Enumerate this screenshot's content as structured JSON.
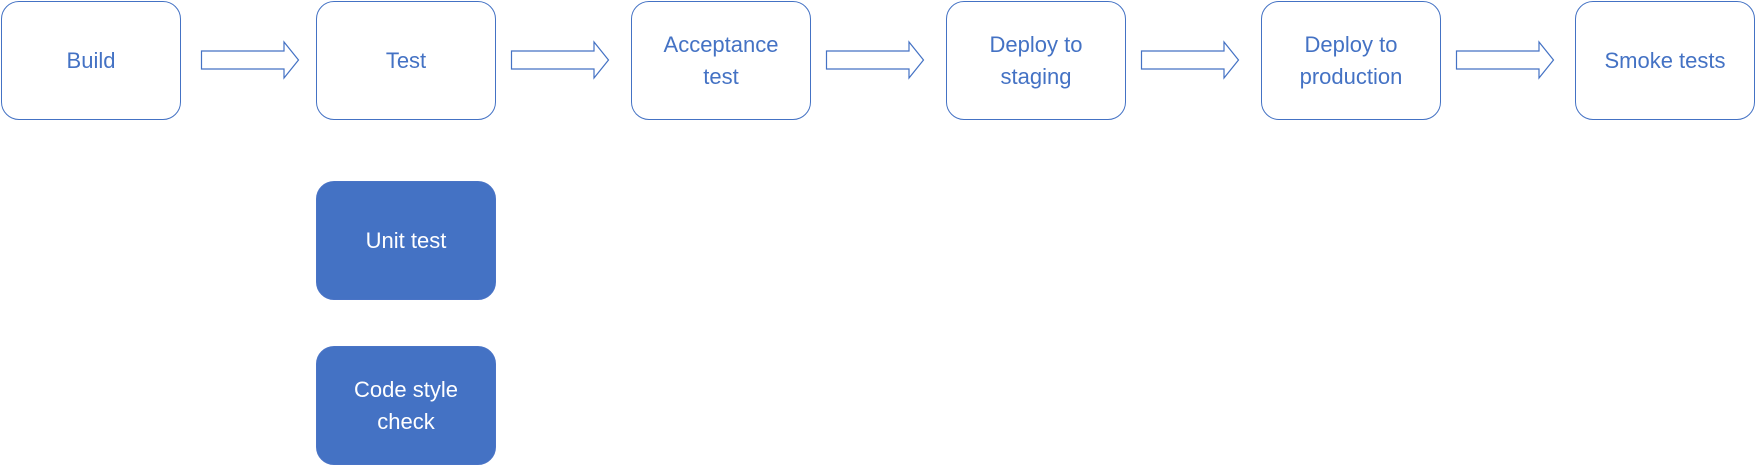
{
  "colors": {
    "accent": "#4472c4",
    "filled_text": "#ffffff",
    "background": "#ffffff"
  },
  "pipeline": {
    "stages": [
      {
        "label": "Build"
      },
      {
        "label": "Test"
      },
      {
        "label": "Acceptance\ntest"
      },
      {
        "label": "Deploy to\nstaging"
      },
      {
        "label": "Deploy to\nproduction"
      },
      {
        "label": "Smoke tests"
      }
    ]
  },
  "test_substeps": [
    {
      "label": "Unit test"
    },
    {
      "label": "Code style\ncheck"
    }
  ]
}
